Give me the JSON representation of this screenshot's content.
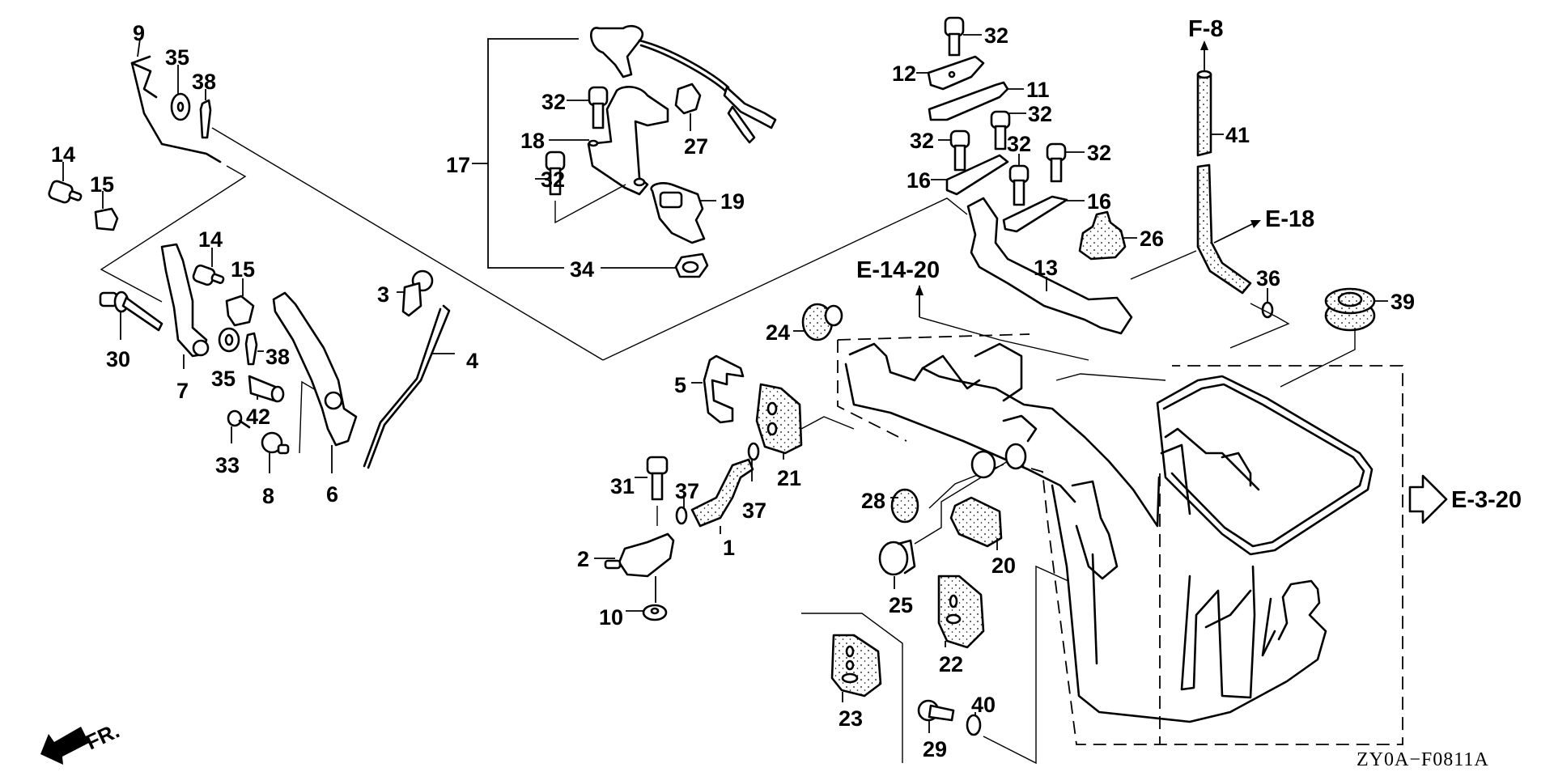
{
  "diagram": {
    "title_code": "ZY0A−F0811A",
    "front_indicator": "FR.",
    "references": {
      "f8": "F-8",
      "e18": "E-18",
      "e14_20": "E-14-20",
      "e3_20": "E-3-20"
    },
    "callouts": {
      "p9": "9",
      "p35a": "35",
      "p38a": "38",
      "p14a": "14",
      "p15a": "15",
      "p14b": "14",
      "p15b": "15",
      "p30": "30",
      "p7": "7",
      "p35b": "35",
      "p38b": "38",
      "p42": "42",
      "p33": "33",
      "p8": "8",
      "p6": "6",
      "p3": "3",
      "p4": "4",
      "p17": "17",
      "p32a": "32",
      "p18": "18",
      "p32b": "32",
      "p27": "27",
      "p19": "19",
      "p34": "34",
      "p32c": "32",
      "p12": "12",
      "p11": "11",
      "p32d": "32",
      "p32e": "32",
      "p32f": "32",
      "p32g": "32",
      "p16a": "16",
      "p16b": "16",
      "p26": "26",
      "p13": "13",
      "p41": "41",
      "p36": "36",
      "p39": "39",
      "p24": "24",
      "p5": "5",
      "p21": "21",
      "p31": "31",
      "p37a": "37",
      "p37b": "37",
      "p1": "1",
      "p2": "2",
      "p10": "10",
      "p28": "28",
      "p20": "20",
      "p25": "25",
      "p22": "22",
      "p23": "23",
      "p29": "29",
      "p40": "40"
    }
  }
}
